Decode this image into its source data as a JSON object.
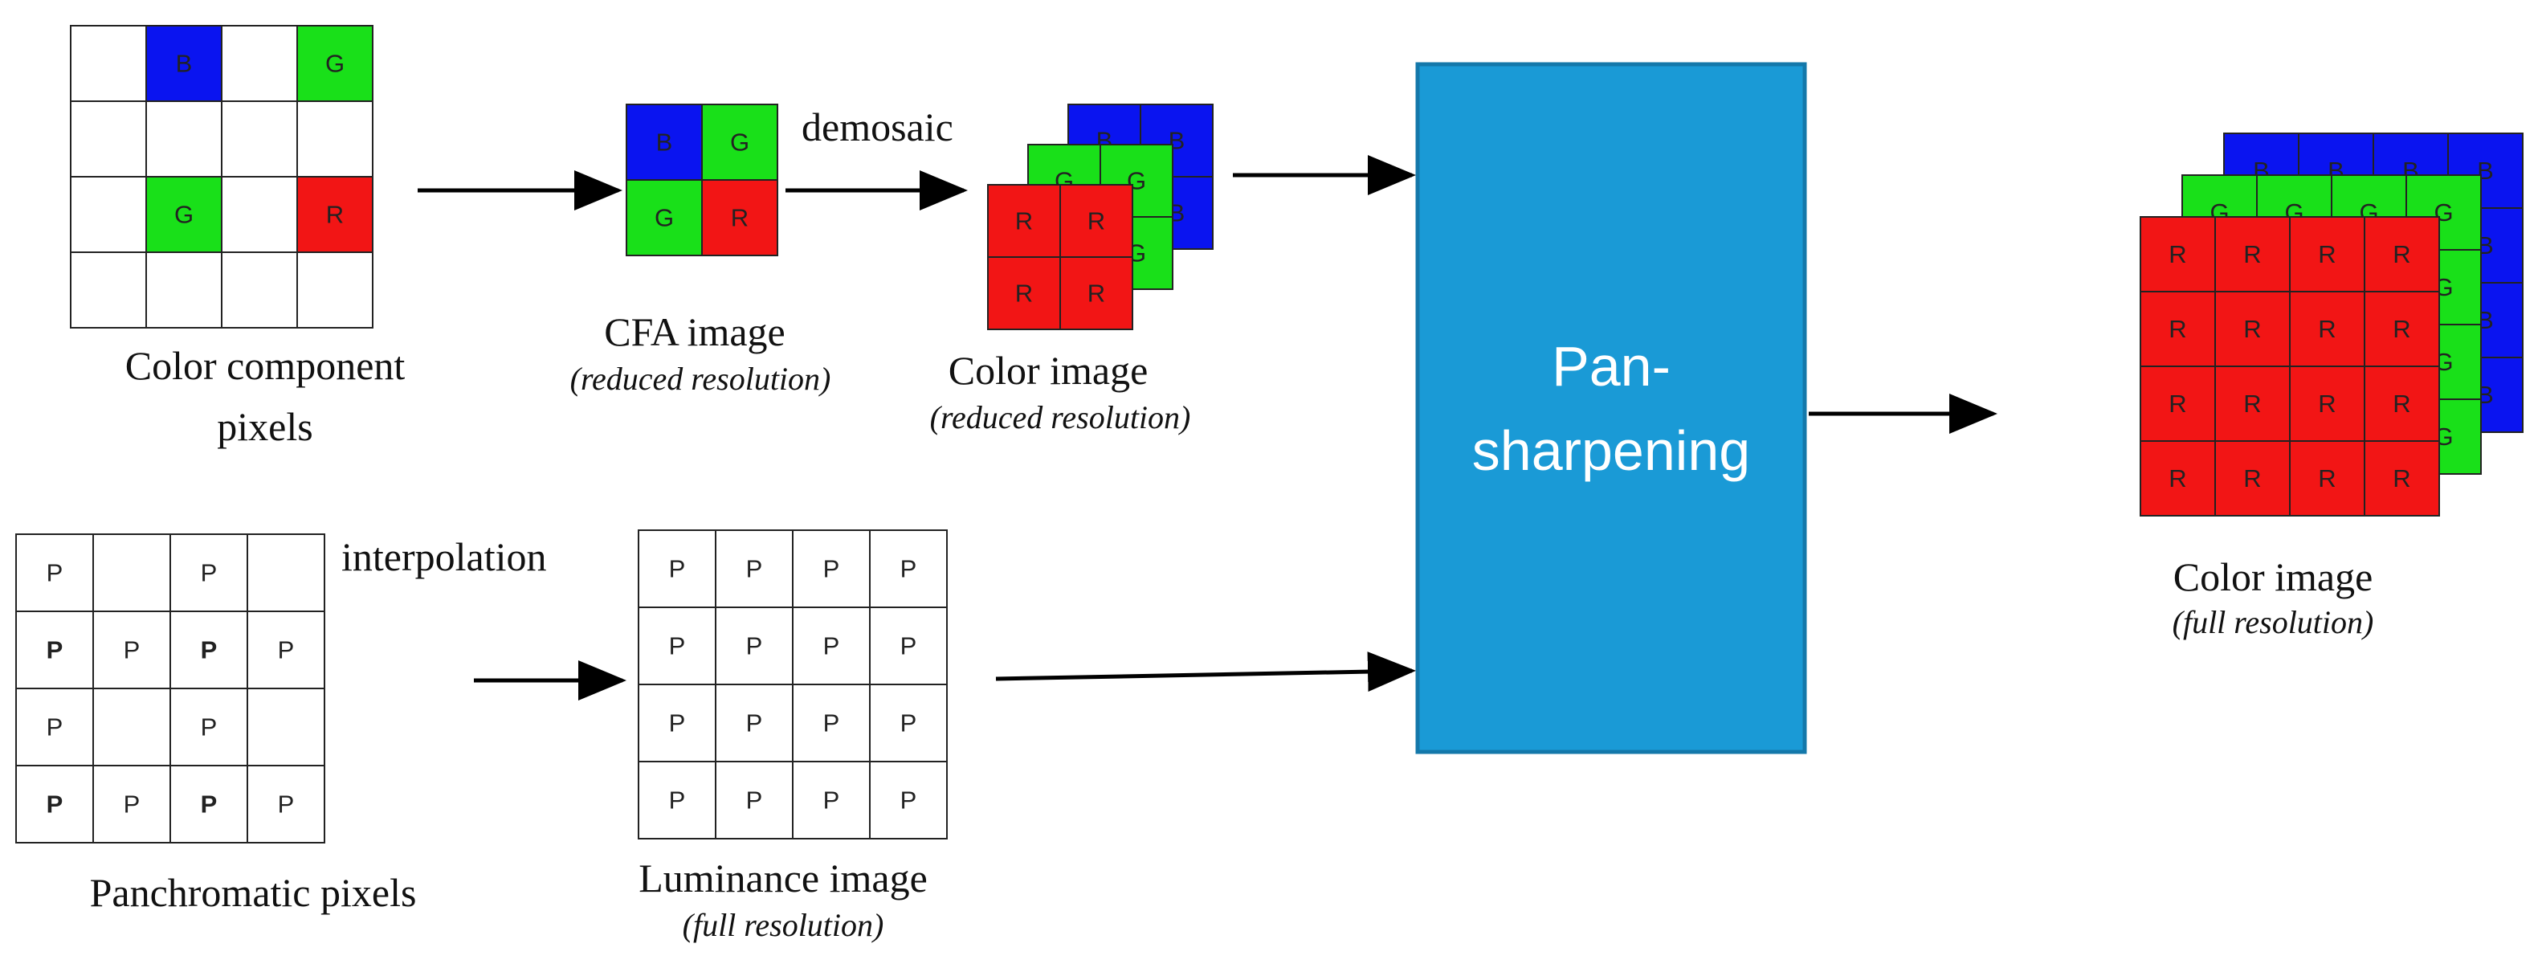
{
  "colors": {
    "blue": "#0a14f0",
    "green": "#19e019",
    "red": "#f21515",
    "box": "#1a9ad6",
    "box_border": "#1478aa",
    "grid": "#222222",
    "arrow": "#000000"
  },
  "color_component": {
    "label_line1": "Color component",
    "label_line2": "pixels",
    "cells": [
      [
        "",
        "B",
        "",
        "G"
      ],
      [
        "",
        "",
        "",
        ""
      ],
      [
        "",
        "G",
        "",
        "R"
      ],
      [
        "",
        "",
        "",
        ""
      ]
    ]
  },
  "cfa": {
    "label": "CFA image",
    "sublabel": "reduced resolution",
    "cells": [
      [
        "B",
        "G"
      ],
      [
        "G",
        "R"
      ]
    ]
  },
  "demosaic_label": "demosaic",
  "color_image_reduced": {
    "label": "Color image",
    "sublabel": "reduced resolution",
    "layers": [
      "B",
      "G",
      "R"
    ]
  },
  "panchromatic": {
    "label": "Panchromatic pixels",
    "cells": [
      [
        "P",
        "",
        "P",
        ""
      ],
      [
        "P",
        "P",
        "P",
        "P"
      ],
      [
        "P",
        "",
        "P",
        ""
      ],
      [
        "P",
        "P",
        "P",
        "P"
      ]
    ]
  },
  "interpolation_label": "interpolation",
  "luminance": {
    "label": "Luminance image",
    "sublabel": "full resolution",
    "cells": [
      [
        "P",
        "P",
        "P",
        "P"
      ],
      [
        "P",
        "P",
        "P",
        "P"
      ],
      [
        "P",
        "P",
        "P",
        "P"
      ],
      [
        "P",
        "P",
        "P",
        "P"
      ]
    ]
  },
  "pansharpening": {
    "line1": "Pan-",
    "line2": "sharpening"
  },
  "color_image_full": {
    "label": "Color image",
    "sublabel": "full resolution",
    "layers": [
      "B",
      "G",
      "R"
    ]
  }
}
